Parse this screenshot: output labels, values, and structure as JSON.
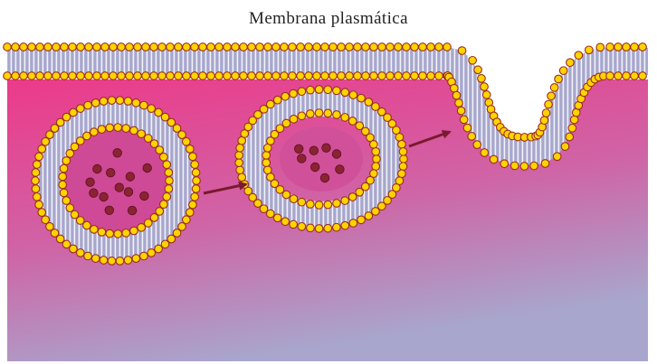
{
  "diagram": {
    "title": "Membrana plasmática",
    "description_labels": [],
    "colors": {
      "cytoplasm_top": "#ec3a8a",
      "cytoplasm_mid": "#cf64a6",
      "cytoplasm_bottom": "#a8a6cc",
      "lipid_head_fill": "#ffd400",
      "lipid_head_stroke": "#9a2b1e",
      "lipid_tail": "#ffffff",
      "bilayer_core": "#a7a7cd",
      "molecule_fill": "#8b2332",
      "arrow": "#7a1a2e"
    },
    "stages": [
      {
        "name": "vesicle-final",
        "molecule_count": 13
      },
      {
        "name": "vesicle-fusing",
        "molecule_count": 8
      },
      {
        "name": "membrane-invagination",
        "molecule_count": 0
      }
    ]
  }
}
